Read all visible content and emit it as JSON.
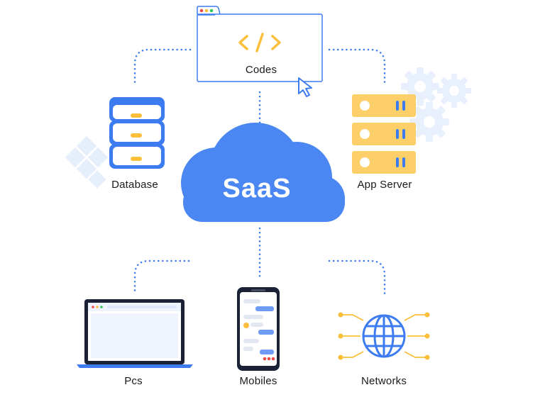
{
  "hub": {
    "label": "SaaS"
  },
  "nodes": {
    "codes": {
      "label": "Codes",
      "code_symbol": "</>"
    },
    "database": {
      "label": "Database"
    },
    "app_server": {
      "label": "App Server"
    },
    "pcs": {
      "label": "Pcs"
    },
    "mobiles": {
      "label": "Mobiles"
    },
    "networks": {
      "label": "Networks"
    }
  },
  "colors": {
    "primary_blue": "#3d7cf0",
    "cloud_blue": "#4a87f3",
    "light_blue": "#e4edfd",
    "server_yellow": "#fccf68",
    "accent_yellow": "#fbbf3b",
    "dark_outline": "#222a3d",
    "dotted_line": "#3d7cf0"
  },
  "icons": {
    "cloud": "cloud-icon",
    "code_window": "code-window-icon",
    "cursor": "cursor-arrow-icon",
    "database": "database-icon",
    "server": "server-rack-icon",
    "laptop": "laptop-icon",
    "phone": "smartphone-icon",
    "globe": "globe-network-icon",
    "gears": "gear-icon",
    "diamonds": "diamond-pattern-icon"
  }
}
